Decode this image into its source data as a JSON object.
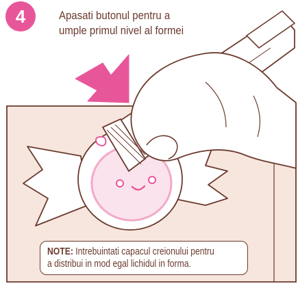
{
  "step": {
    "number": "4"
  },
  "instruction": {
    "line1": "Apasati butonul pentru a",
    "line2": "umple primul nivel al formei"
  },
  "note": {
    "label": "NOTE:",
    "line1": " Intrebuintati capacul creionului pentru",
    "line2": "a distribui in mod egal lichidul in forma."
  },
  "colors": {
    "brown": "#6b3a2e",
    "pink": "#e8569a",
    "tray": "#f7e6dd",
    "liquid": "#f3a9c8"
  },
  "icons": {
    "arrow": "press-arrow-icon",
    "hand": "hand-icon",
    "pen": "pen-icon",
    "mold": "candy-mold-icon"
  }
}
